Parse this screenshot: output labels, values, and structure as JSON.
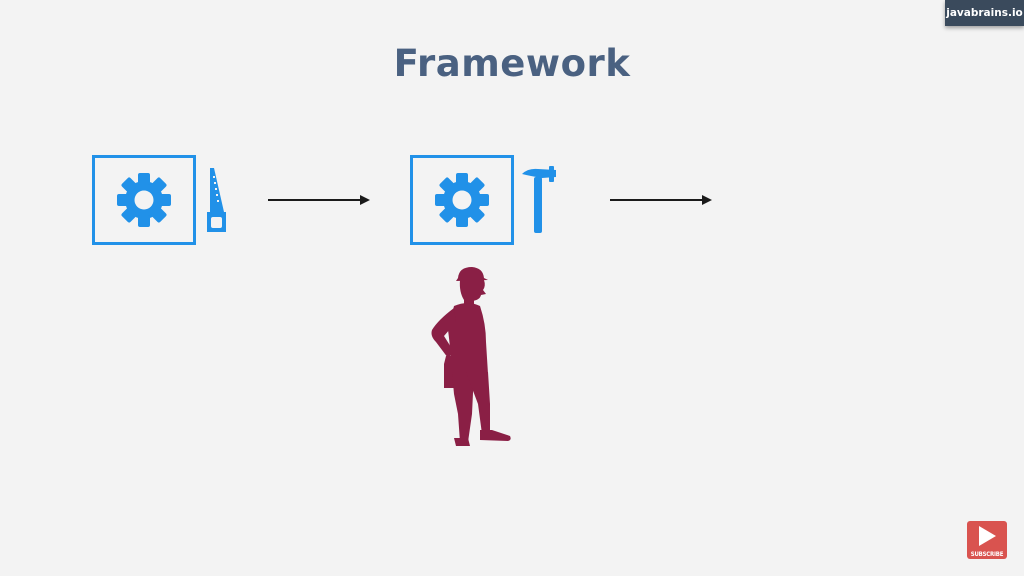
{
  "header": {
    "title": "Framework"
  },
  "brand": {
    "label": "javabrains.io"
  },
  "subscribe": {
    "label": "SUBSCRIBE"
  },
  "diagram": {
    "steps": [
      {
        "gear_icon": "gear-icon",
        "tool_icon": "saw-icon"
      },
      {
        "gear_icon": "gear-icon",
        "tool_icon": "hammer-icon"
      }
    ],
    "person_icon": "construction-worker-icon"
  },
  "colors": {
    "accent": "#2191e8",
    "title": "#4a6181",
    "worker": "#8a1f45",
    "background": "#f3f3f3",
    "subscribe": "#d9534f"
  }
}
